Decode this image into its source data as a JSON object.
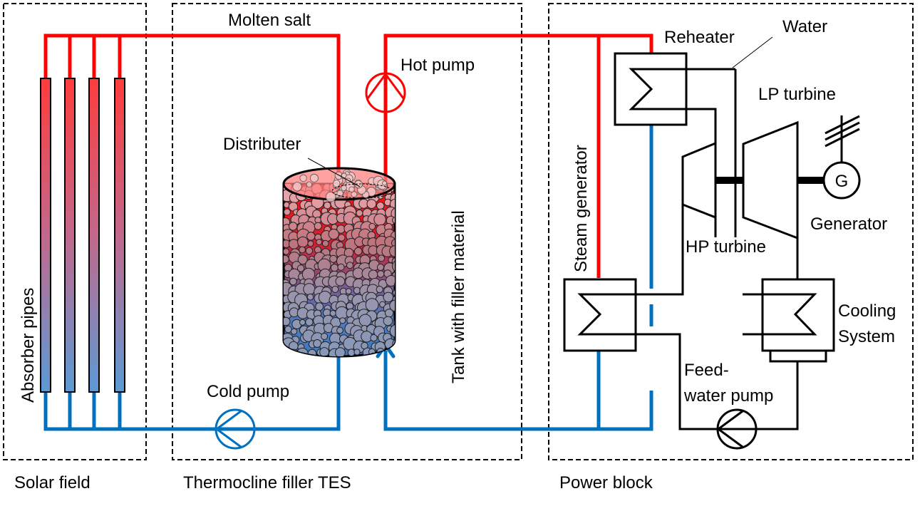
{
  "colors": {
    "hot": "#ff0000",
    "cold": "#0070c0",
    "line": "#000000",
    "pipe_top": "#ff3c3c",
    "pipe_bottom": "#5b9bd5",
    "particle": "#a0a8c0"
  },
  "sections": {
    "solar_field": "Solar field",
    "tes": "Thermocline filler TES",
    "power_block": "Power block"
  },
  "labels": {
    "molten_salt": "Molten salt",
    "hot_pump": "Hot pump",
    "distributer": "Distributer",
    "tank": "Tank with filler material",
    "cold_pump": "Cold pump",
    "absorber_pipes": "Absorber pipes",
    "reheater": "Reheater",
    "water": "Water",
    "lp_turbine": "LP turbine",
    "generator": "Generator",
    "generator_symbol": "G",
    "hp_turbine": "HP turbine",
    "steam_generator": "Steam generator",
    "cooling_line1": "Cooling",
    "cooling_line2": "System",
    "feedwater_line1": "Feed-",
    "feedwater_line2": "water pump"
  },
  "absorber_pipe_count": 4
}
